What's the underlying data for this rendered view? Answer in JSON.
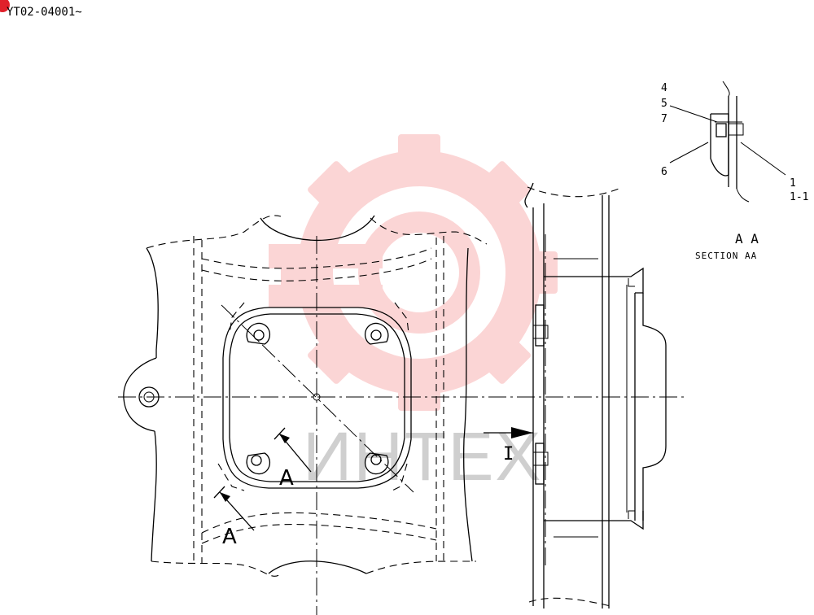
{
  "drawing_code": "YT02-04001~",
  "callouts": {
    "part_4": "4",
    "part_5": "5",
    "part_7": "7",
    "part_6": "6",
    "part_1": "1",
    "part_1_1": "1-1"
  },
  "section": {
    "title": "A A",
    "subtitle": "SECTION AA"
  },
  "view_labels": {
    "cut_upper": "A",
    "cut_lower": "A",
    "side_view_marker": "I"
  },
  "watermark": {
    "text": "ИНТЕХ",
    "color": "#f26b6b"
  },
  "colors": {
    "line": "#000000",
    "background": "#ffffff",
    "badge": "#e0202a"
  }
}
